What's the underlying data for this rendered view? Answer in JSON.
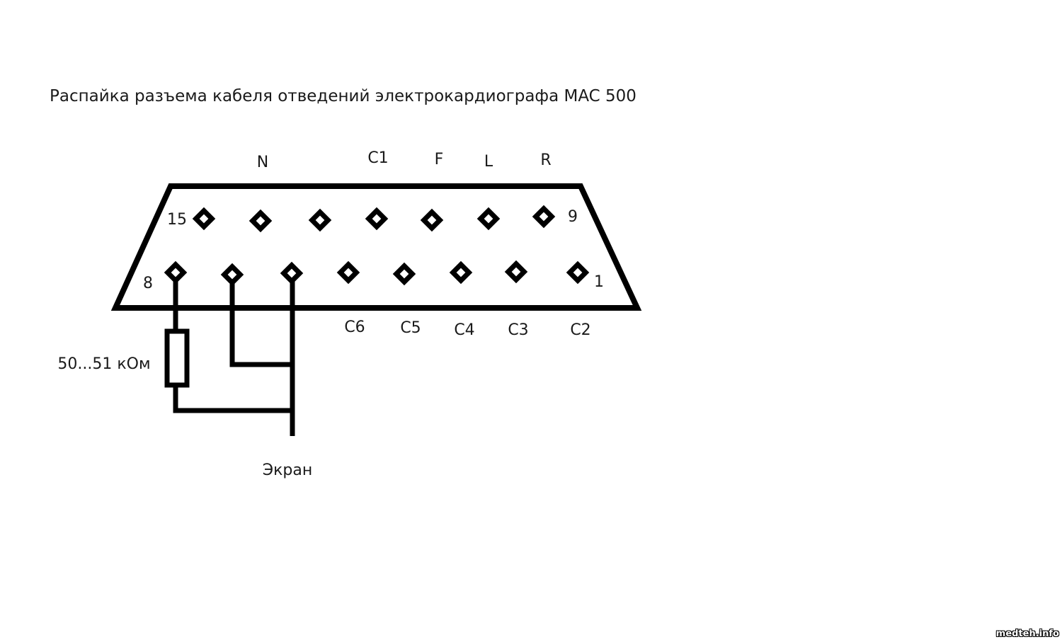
{
  "title": "Распайка разъема кабеля отведений электрокардиографа MAC 500",
  "top_labels": {
    "n": "N",
    "c1": "C1",
    "f": "F",
    "l": "L",
    "r": "R"
  },
  "pin_numbers": {
    "p15": "15",
    "p9": "9",
    "p8": "8",
    "p1": "1"
  },
  "bottom_labels": {
    "c6": "C6",
    "c5": "C5",
    "c4": "C4",
    "c3": "C3",
    "c2": "C2"
  },
  "resistor_label": "50...51 кОм",
  "shield_label": "Экран",
  "watermark": "medteh.info"
}
